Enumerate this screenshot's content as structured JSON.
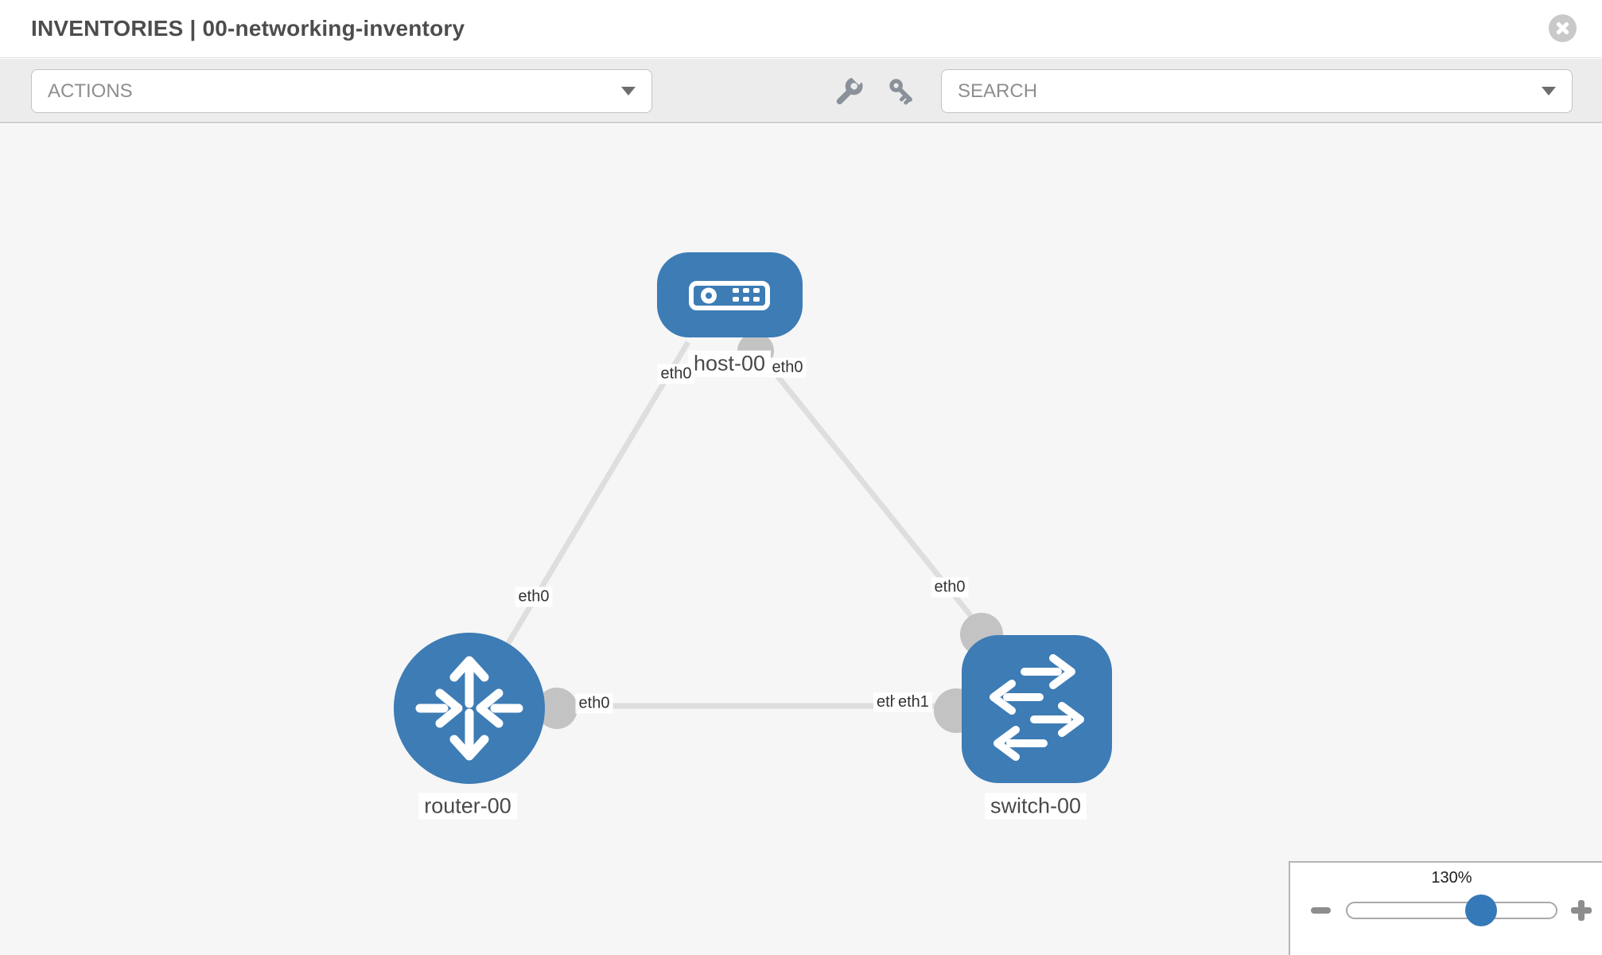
{
  "header": {
    "title": "INVENTORIES | 00-networking-inventory"
  },
  "toolbar": {
    "actions_label": "ACTIONS",
    "search_placeholder": "SEARCH",
    "icons": [
      "wrench-icon",
      "key-icon"
    ]
  },
  "colors": {
    "node_blue": "#3d7cb5",
    "link_gray": "#dedede",
    "stub_gray": "#c3c3c3",
    "slider_knob_blue": "#3579b8",
    "toolbar_bg": "#ececec",
    "canvas_bg": "#f6f6f6"
  },
  "diagram": {
    "nodes": [
      {
        "id": "host-00",
        "type": "host",
        "label": "host-00"
      },
      {
        "id": "router-00",
        "type": "router",
        "label": "router-00"
      },
      {
        "id": "switch-00",
        "type": "switch",
        "label": "switch-00"
      }
    ],
    "links": [
      {
        "endpoints": [
          "host-00",
          "router-00"
        ],
        "labels": [
          "eth0",
          "eth0"
        ]
      },
      {
        "endpoints": [
          "host-00",
          "switch-00"
        ],
        "labels": [
          "eth0",
          "eth0"
        ]
      },
      {
        "endpoints": [
          "router-00",
          "switch-00"
        ],
        "labels": [
          "eth0",
          "eth0",
          "eth1"
        ]
      }
    ]
  },
  "zoom_control": {
    "level_label": "130%"
  }
}
